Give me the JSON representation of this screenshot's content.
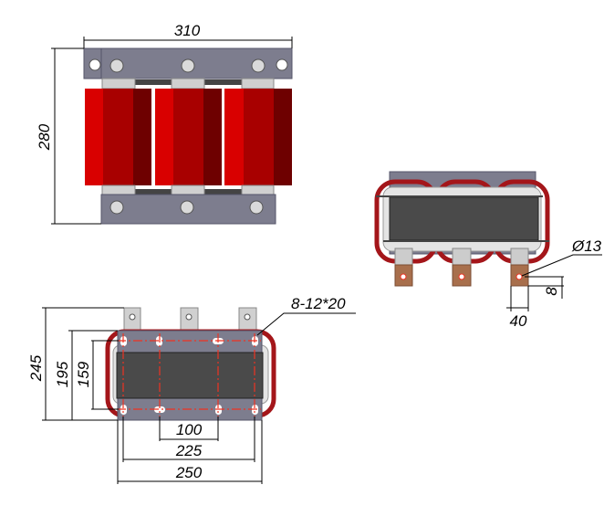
{
  "front_view": {
    "width_dim": "310",
    "height_dim": "280"
  },
  "bottom_view": {
    "mount_holes_label": "8-12*20",
    "overall_height_dim": "245",
    "plate_height_dim": "195",
    "hole_spacing_y_dim": "159",
    "inner_hole_spacing_dim": "100",
    "hole_spacing_x_dim": "225",
    "plate_width_dim": "250"
  },
  "side_view": {
    "terminal_hole_dim": "Ø13",
    "terminal_width_dim": "40",
    "terminal_offset_dim": "8"
  },
  "colors": {
    "coil_light": "#d90000",
    "coil_mid": "#a80000",
    "coil_dark": "#6e0000",
    "steel": "#7d7d8e",
    "core": "#4a4a4a",
    "copper_terminal": "#a86f4c"
  }
}
